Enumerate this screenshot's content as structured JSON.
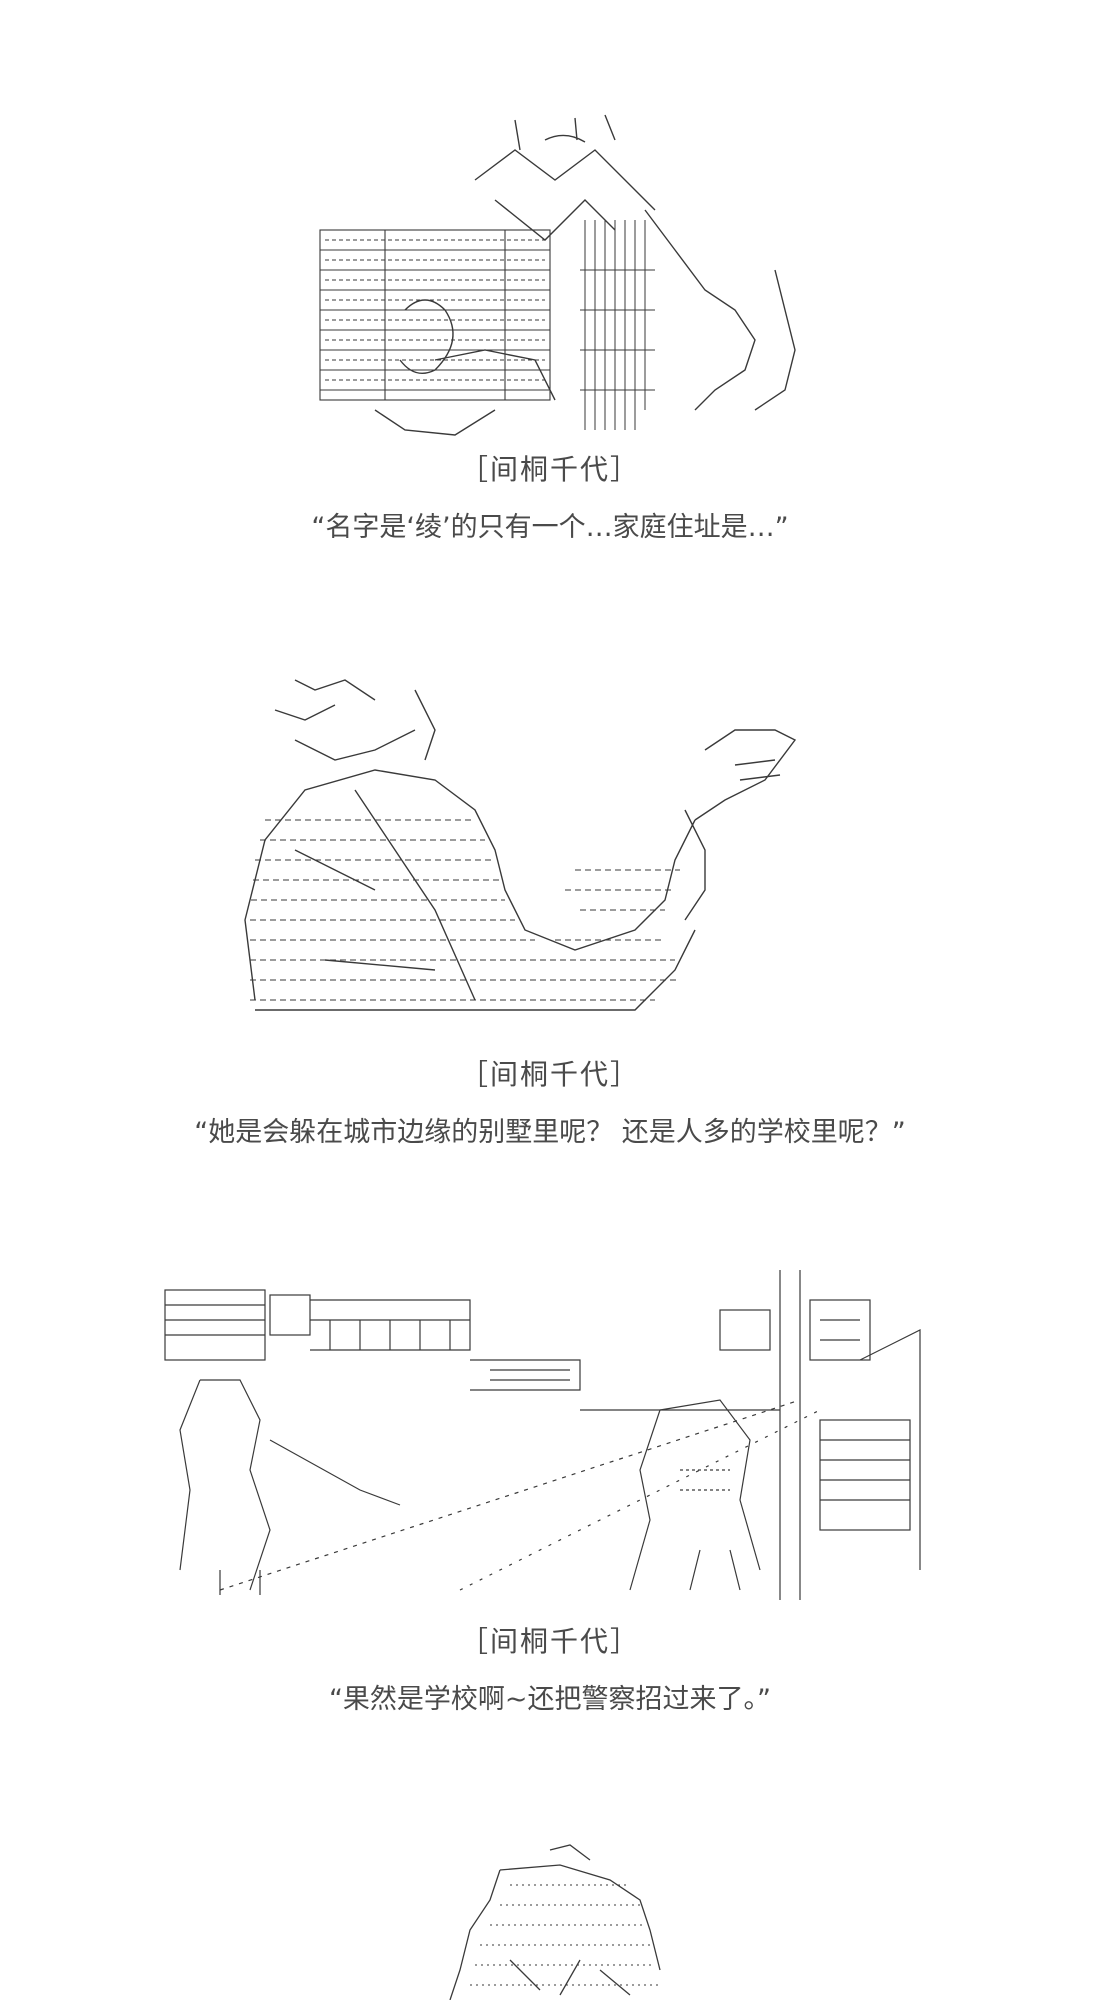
{
  "panels": [
    {
      "art_icon": "ascii-art-character-holding-books",
      "speaker": "［间桐千代］",
      "line": "“名字是‘绫’的只有一个…家庭住址是…”"
    },
    {
      "art_icon": "ascii-art-character-pointing",
      "speaker": "［间桐千代］",
      "line": "“她是会躲在城市边缘的别墅里呢？ 还是人多的学校里呢？”"
    },
    {
      "art_icon": "ascii-art-street-scene",
      "speaker": "［间桐千代］",
      "line": "“果然是学校啊~还把警察招过来了。”"
    },
    {
      "art_icon": "ascii-art-character-partial"
    }
  ]
}
